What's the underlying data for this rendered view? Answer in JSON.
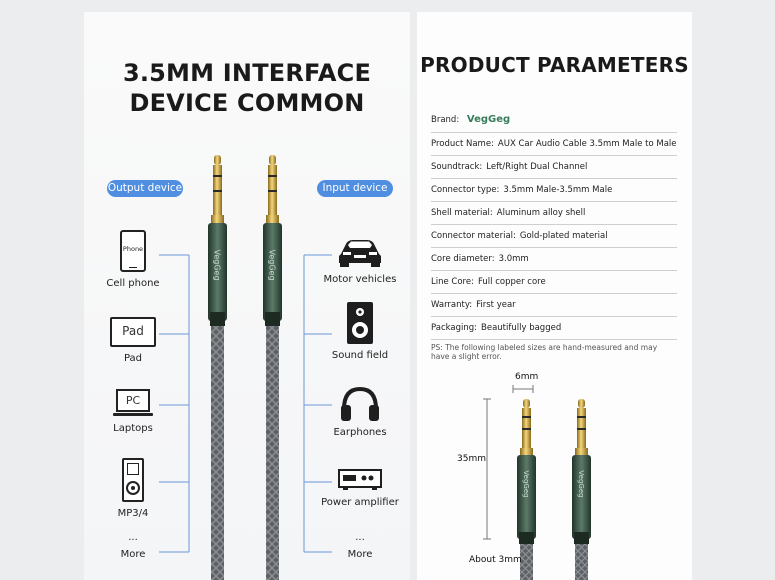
{
  "left": {
    "title_line1": "3.5MM INTERFACE",
    "title_line2": "DEVICE COMMON",
    "output_pill": "Output device",
    "input_pill": "Input device",
    "jack_brand": "VegGeg",
    "output_devices": [
      {
        "label": "Cell phone",
        "icon": "phone-icon",
        "icon_text": "Phone"
      },
      {
        "label": "Pad",
        "icon": "tablet-icon",
        "icon_text": "Pad"
      },
      {
        "label": "Laptops",
        "icon": "laptop-icon",
        "icon_text": "PC"
      },
      {
        "label": "MP3/4",
        "icon": "mp3-player-icon"
      },
      {
        "label": "More",
        "icon": "more-dots",
        "icon_text": "..."
      }
    ],
    "input_devices": [
      {
        "label": "Motor vehicles",
        "icon": "car-icon"
      },
      {
        "label": "Sound field",
        "icon": "speaker-icon"
      },
      {
        "label": "Earphones",
        "icon": "headphones-icon"
      },
      {
        "label": "Power amplifier",
        "icon": "amplifier-icon"
      },
      {
        "label": "More",
        "icon": "more-dots",
        "icon_text": "..."
      }
    ]
  },
  "right": {
    "title": "PRODUCT PARAMETERS",
    "brand_label": "Brand:",
    "brand_logo": "VegGeg",
    "params": [
      {
        "label": "Product Name:",
        "value": "AUX Car Audio Cable 3.5mm Male to Male"
      },
      {
        "label": "Soundtrack:",
        "value": "Left/Right Dual Channel"
      },
      {
        "label": "Connector type:",
        "value": "3.5mm Male-3.5mm Male"
      },
      {
        "label": "Shell material:",
        "value": "Aluminum alloy shell"
      },
      {
        "label": "Connector material:",
        "value": "Gold-plated material"
      },
      {
        "label": "Core diameter:",
        "value": "3.0mm"
      },
      {
        "label": "Line Core:",
        "value": "Full copper core"
      },
      {
        "label": "Warranty:",
        "value": "First year"
      },
      {
        "label": "Packaging:",
        "value": "Beautifully bagged"
      }
    ],
    "ps_note": "PS: The following labeled sizes are hand-measured and may have a slight error.",
    "dim_width": "6mm",
    "dim_height": "35mm",
    "dim_core": "About 3mm",
    "jack_brand": "VegGeg"
  },
  "colors": {
    "pill": "#4f8ee0",
    "connector_line": "#6b97d8",
    "gold": "#d9b24a",
    "housing": "#3e5a4a",
    "braid": "#6c7074"
  }
}
